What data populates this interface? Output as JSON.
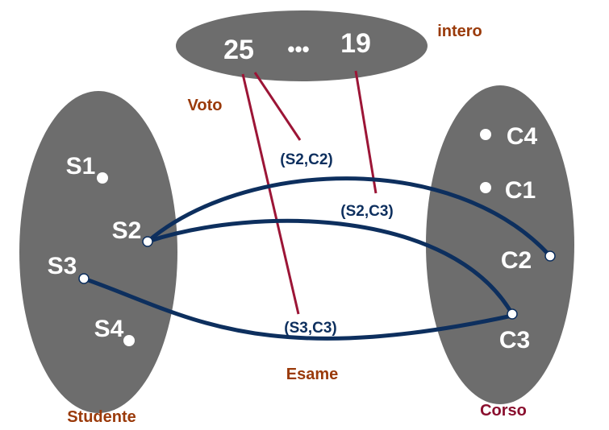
{
  "colors": {
    "set_fill": "#6d6d6d",
    "pair_link": "#0d2f5e",
    "value_link": "#9c1536",
    "text_white": "#ffffff",
    "label_brown": "#9a3a0a",
    "label_maroon": "#8a0f2e"
  },
  "sets": {
    "intero": {
      "label": "intero",
      "values": [
        "25",
        "19"
      ],
      "ellipsis": "•••"
    },
    "studente": {
      "label": "Studente",
      "items": [
        "S1",
        "S2",
        "S3",
        "S4"
      ]
    },
    "corso": {
      "label": "Corso",
      "items": [
        "C4",
        "C1",
        "C2",
        "C3"
      ]
    }
  },
  "relationship": {
    "name": "Esame",
    "pairs": [
      "(S2,C2)",
      "(S2,C3)",
      "(S3,C3)"
    ]
  },
  "attribute": {
    "name": "Voto"
  }
}
